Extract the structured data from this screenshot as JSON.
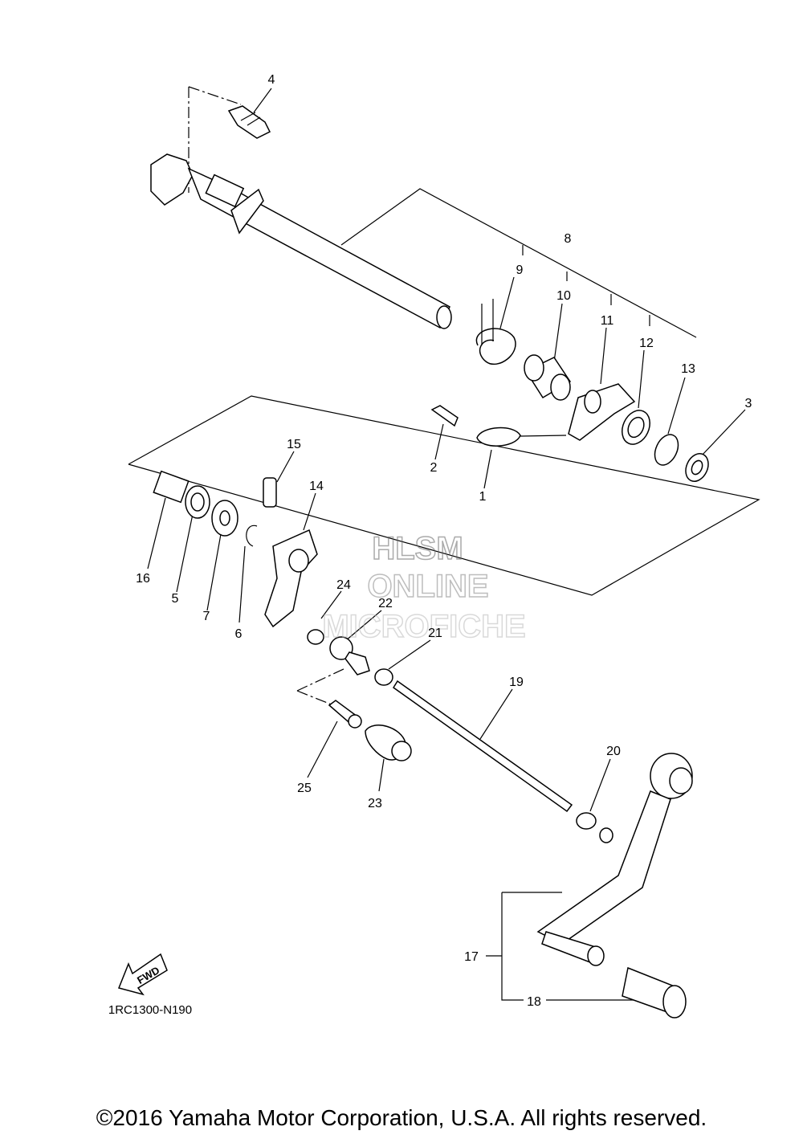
{
  "diagram": {
    "part_labels": [
      {
        "id": "1",
        "text": "1"
      },
      {
        "id": "2",
        "text": "2"
      },
      {
        "id": "3",
        "text": "3"
      },
      {
        "id": "4",
        "text": "4"
      },
      {
        "id": "5",
        "text": "5"
      },
      {
        "id": "6",
        "text": "6"
      },
      {
        "id": "7",
        "text": "7"
      },
      {
        "id": "8",
        "text": "8"
      },
      {
        "id": "9",
        "text": "9"
      },
      {
        "id": "10",
        "text": "10"
      },
      {
        "id": "11",
        "text": "11"
      },
      {
        "id": "12",
        "text": "12"
      },
      {
        "id": "13",
        "text": "13"
      },
      {
        "id": "14",
        "text": "14"
      },
      {
        "id": "15",
        "text": "15"
      },
      {
        "id": "16",
        "text": "16"
      },
      {
        "id": "17",
        "text": "17"
      },
      {
        "id": "18",
        "text": "18"
      },
      {
        "id": "19",
        "text": "19"
      },
      {
        "id": "20",
        "text": "20"
      },
      {
        "id": "21",
        "text": "21"
      },
      {
        "id": "22",
        "text": "22"
      },
      {
        "id": "23",
        "text": "23"
      },
      {
        "id": "24",
        "text": "24"
      },
      {
        "id": "25",
        "text": "25"
      }
    ],
    "diagram_code": "1RC1300-N190",
    "fwd_label": "FWD"
  },
  "watermark": {
    "line1": "HLSM",
    "line2": "ONLINE",
    "line3": "MICROFICHE"
  },
  "footer": {
    "copyright": "©2016 Yamaha Motor Corporation, U.S.A. All rights reserved."
  }
}
